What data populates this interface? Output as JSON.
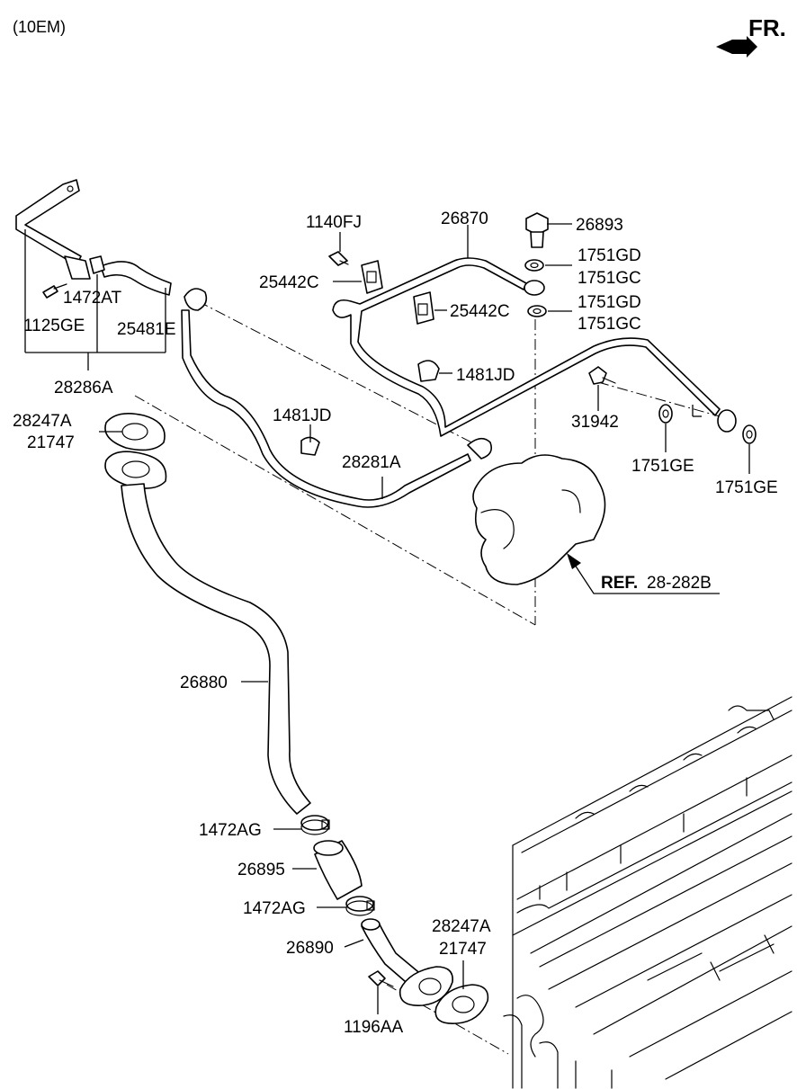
{
  "header": {
    "variant": "(10EM)",
    "direction": "FR."
  },
  "reference": {
    "prefix": "REF.",
    "code": "28-282B"
  },
  "labels": {
    "p1140FJ": "1140FJ",
    "p26870": "26870",
    "p26893": "26893",
    "p1751GD_a": "1751GD",
    "p1751GC_a": "1751GC",
    "p1751GD_b": "1751GD",
    "p1751GC_b": "1751GC",
    "p25442C_a": "25442C",
    "p25442C_b": "25442C",
    "p1472AT": "1472AT",
    "p1125GE": "1125GE",
    "p25481E": "25481E",
    "p28286A": "28286A",
    "p1481JD_a": "1481JD",
    "p1481JD_b": "1481JD",
    "p31942": "31942",
    "p28247A_a": "28247A",
    "p21747_a": "21747",
    "p28281A": "28281A",
    "p1751GE_a": "1751GE",
    "p1751GE_b": "1751GE",
    "p26880": "26880",
    "p1472AG_a": "1472AG",
    "p26895": "26895",
    "p1472AG_b": "1472AG",
    "p26890": "26890",
    "p28247A_b": "28247A",
    "p21747_b": "21747",
    "p1196AA": "1196AA"
  }
}
